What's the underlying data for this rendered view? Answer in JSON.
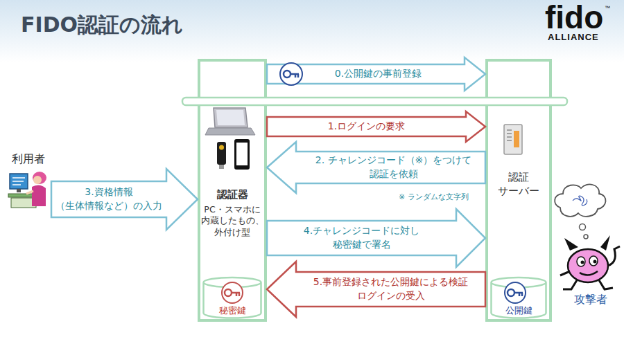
{
  "diagram": {
    "title": "FIDO認証の流れ",
    "nodes": [
      {
        "text": [
          "利用者"
        ]
      },
      {
        "text": [
          "認証器",
          "PC・スマホに 内蔵したもの、 外付け型"
        ]
      },
      {
        "text": [
          "秘密鍵"
        ],
        "in": 1
      },
      {
        "text": [
          "認証 サーバー"
        ]
      },
      {
        "text": [
          "公開鍵"
        ],
        "in": 3
      }
    ],
    "edges": [
      {
        "from": 1,
        "to": 3,
        "label": "0.公開鍵の事前登録",
        "arrow": "to"
      },
      {
        "from": 1,
        "to": 3,
        "label": "1.ログインの要求",
        "arrow": "to"
      },
      {
        "from": 3,
        "to": 1,
        "label": "2. チャレンジコード（※）をつけて 認証を依頼",
        "arrow": "to"
      },
      {
        "from": 0,
        "to": 1,
        "label": "3.資格情報 （生体情報など）の入力",
        "arrow": "to"
      },
      {
        "from": 1,
        "to": 3,
        "label": "4.チャレンジコードに対し 秘密鍵で署名",
        "arrow": "to"
      },
      {
        "from": 3,
        "to": 1,
        "label": "5.事前登録された公開鍵による検証 ログインの受入",
        "arrow": "to"
      }
    ],
    "labels": [
      "fido",
      "™",
      "ALLIANCE",
      "※ ランダムな文字列",
      "攻撃者"
    ]
  }
}
